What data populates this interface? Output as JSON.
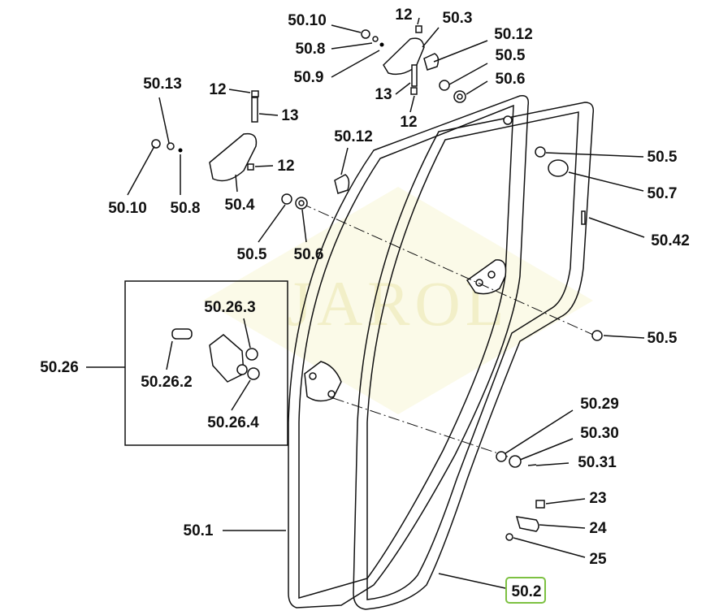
{
  "watermark": "JAROL",
  "highlight_color": "#7dc142",
  "labels": {
    "l50_10a": "50.10",
    "l12a": "12",
    "l50_3": "50.3",
    "l50_12a": "50.12",
    "l50_8a": "50.8",
    "l50_5a": "50.5",
    "l50_9": "50.9",
    "l50_6a": "50.6",
    "l13a": "13",
    "l12b": "12",
    "l50_13": "50.13",
    "l12c": "12",
    "l13b": "13",
    "l50_12b": "50.12",
    "l12d": "12",
    "l50_10b": "50.10",
    "l50_8b": "50.8",
    "l50_4": "50.4",
    "l50_5b": "50.5",
    "l50_7": "50.7",
    "l50_42": "50.42",
    "l50_5c": "50.5",
    "l50_6b": "50.6",
    "l50_26_3": "50.26.3",
    "l50_5d": "50.5",
    "l50_26": "50.26",
    "l50_26_2": "50.26.2",
    "l50_26_4": "50.26.4",
    "l50_29": "50.29",
    "l50_30": "50.30",
    "l50_31": "50.31",
    "l23": "23",
    "l24": "24",
    "l25": "25",
    "l50_1": "50.1",
    "l50_2": "50.2"
  }
}
